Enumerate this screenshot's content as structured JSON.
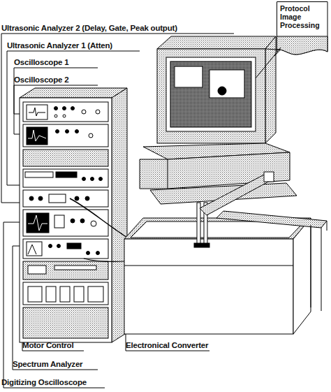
{
  "diagram": {
    "nodes": [
      {
        "text": [
          "Protocol Image Processing"
        ]
      }
    ],
    "labels": [
      "Ultrasonic Analyzer 2 (Delay, Gate, Peak output)",
      "Ultrasonic Analyzer 1 (Atten)",
      "Oscilloscope 1",
      "Oscilloscope 2",
      "Motor Control",
      "Electronical Converter",
      "Spectrum Analyzer",
      "Digitizing Oscilloscope"
    ]
  }
}
